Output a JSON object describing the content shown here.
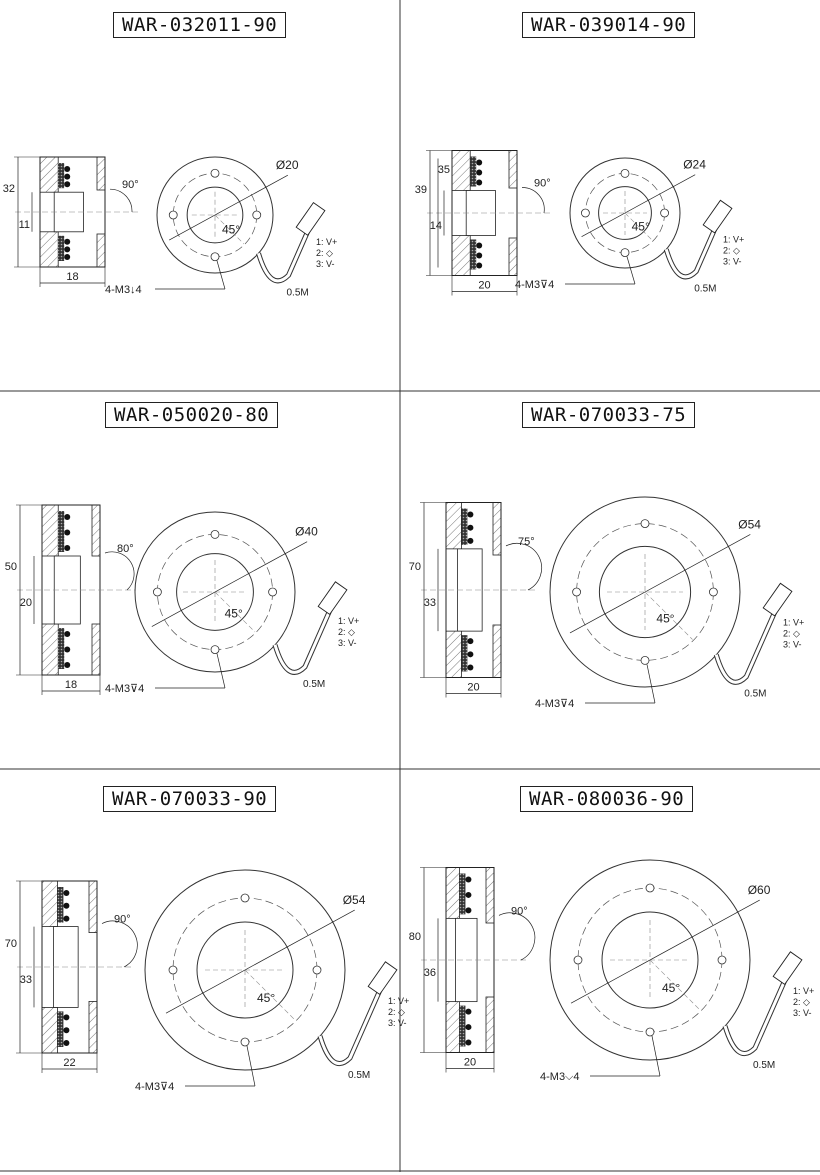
{
  "panels": [
    {
      "title": "WAR-032011-90",
      "outer": "32",
      "inner": "11",
      "width": "18",
      "angle": "90°",
      "diameter": "Ø20",
      "bolt_angle": "45°",
      "cable": "0.5M",
      "thread": "4-M3↓4",
      "pins": [
        "1: V+",
        "2: ◇",
        "3: V-"
      ]
    },
    {
      "title": "WAR-039014-90",
      "outer": "39",
      "mid": "35",
      "inner": "14",
      "width": "20",
      "angle": "90°",
      "diameter": "Ø24",
      "bolt_angle": "45°",
      "cable": "0.5M",
      "thread": "4-M3⊽4",
      "pins": [
        "1: V+",
        "2: ◇",
        "3: V-"
      ]
    },
    {
      "title": "WAR-050020-80",
      "outer": "50",
      "inner": "20",
      "width": "18",
      "angle": "80°",
      "diameter": "Ø40",
      "bolt_angle": "45°",
      "cable": "0.5M",
      "thread": "4-M3⊽4",
      "pins": [
        "1: V+",
        "2: ◇",
        "3: V-"
      ]
    },
    {
      "title": "WAR-070033-75",
      "outer": "70",
      "inner": "33",
      "width": "20",
      "angle": "75°",
      "diameter": "Ø54",
      "bolt_angle": "45°",
      "cable": "0.5M",
      "thread": "4-M3⊽4",
      "pins": [
        "1: V+",
        "2: ◇",
        "3: V-"
      ]
    },
    {
      "title": "WAR-070033-90",
      "outer": "70",
      "inner": "33",
      "width": "22",
      "angle": "90°",
      "diameter": "Ø54",
      "bolt_angle": "45°",
      "cable": "0.5M",
      "thread": "4-M3⊽4",
      "pins": [
        "1: V+",
        "2: ◇",
        "3: V-"
      ]
    },
    {
      "title": "WAR-080036-90",
      "outer": "80",
      "inner": "36",
      "width": "20",
      "angle": "90°",
      "diameter": "Ø60",
      "bolt_angle": "45°",
      "cable": "0.5M",
      "thread": "4-M3⌵4",
      "pins": [
        "1: V+",
        "2: ◇",
        "3: V-"
      ]
    }
  ]
}
